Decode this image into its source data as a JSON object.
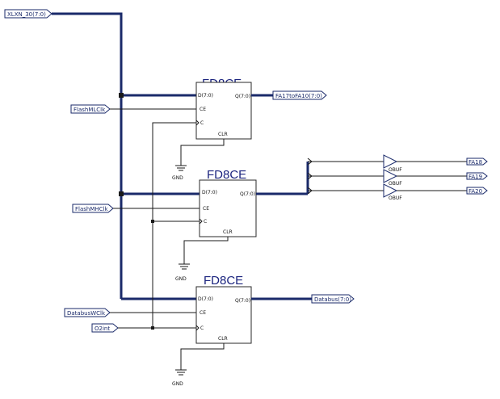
{
  "ports_in": {
    "xlxn": "XLXN_30(7:0)",
    "flash_ml_clk": "FlashMLClk",
    "flash_mh_clk": "FlashMHClk",
    "databus_w_clk": "DatabusWClk",
    "o2int": "O2int"
  },
  "ports_out": {
    "fa17_fa10": "FA17toFA10(7:0)",
    "fa18": "FA18",
    "fa19": "FA19",
    "fa20": "FA20",
    "databus": "Databus(7:0)"
  },
  "blocks": [
    {
      "title": "FD8CE",
      "d": "D(7:0)",
      "q": "Q(7:0)",
      "ce": "CE",
      "c": "C",
      "clr": "CLR",
      "gnd": "GND"
    },
    {
      "title": "FD8CE",
      "d": "D(7:0)",
      "q": "Q(7:0)",
      "ce": "CE",
      "c": "C",
      "clr": "CLR",
      "gnd": "GND"
    },
    {
      "title": "FD8CE",
      "d": "D(7:0)",
      "q": "Q(7:0)",
      "ce": "CE",
      "c": "C",
      "clr": "CLR",
      "gnd": "GND"
    }
  ],
  "buffers": [
    {
      "label": "OBUF"
    },
    {
      "label": "OBUF"
    },
    {
      "label": "OBUF"
    }
  ],
  "colors": {
    "title": "#1a237e",
    "bus": "#1a2a6a",
    "wire": "#1a1a1a"
  }
}
